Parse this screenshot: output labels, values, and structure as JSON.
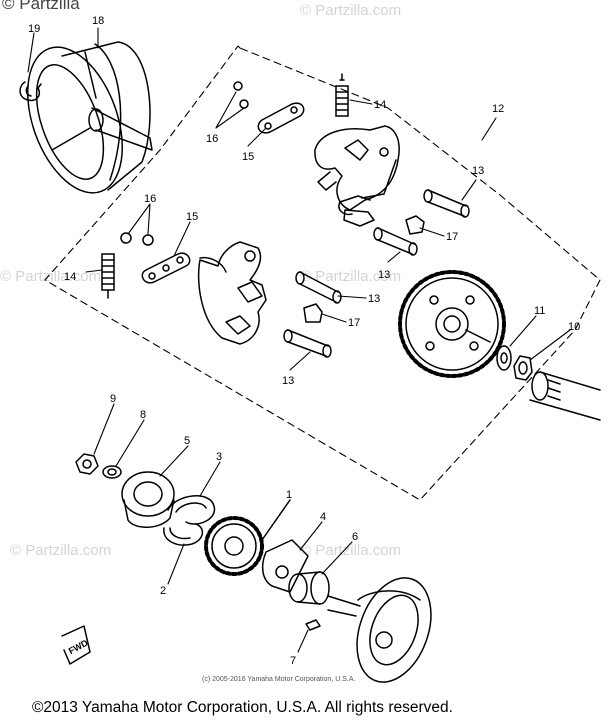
{
  "watermark": {
    "top_text": "© Partzilla",
    "repeat_text": "© Partzilla.com"
  },
  "callouts": [
    {
      "id": "c19",
      "text": "19"
    },
    {
      "id": "c18",
      "text": "18"
    },
    {
      "id": "c16a",
      "text": "16"
    },
    {
      "id": "c15a",
      "text": "15"
    },
    {
      "id": "c14a",
      "text": "14"
    },
    {
      "id": "c12",
      "text": "12"
    },
    {
      "id": "c13a",
      "text": "13"
    },
    {
      "id": "c17a",
      "text": "17"
    },
    {
      "id": "c16b",
      "text": "16"
    },
    {
      "id": "c15b",
      "text": "15"
    },
    {
      "id": "c14b",
      "text": "14"
    },
    {
      "id": "c13b",
      "text": "13"
    },
    {
      "id": "c13c",
      "text": "13"
    },
    {
      "id": "c17b",
      "text": "17"
    },
    {
      "id": "c13d",
      "text": "13"
    },
    {
      "id": "c11",
      "text": "11"
    },
    {
      "id": "c10",
      "text": "10"
    },
    {
      "id": "c9",
      "text": "9"
    },
    {
      "id": "c8",
      "text": "8"
    },
    {
      "id": "c5",
      "text": "5"
    },
    {
      "id": "c3",
      "text": "3"
    },
    {
      "id": "c1",
      "text": "1"
    },
    {
      "id": "c4",
      "text": "4"
    },
    {
      "id": "c6",
      "text": "6"
    },
    {
      "id": "c2",
      "text": "2"
    },
    {
      "id": "c7",
      "text": "7"
    }
  ],
  "fwd_label": "FWD",
  "small_copyright": "(c) 2005-2016 Yamaha Motor Corporation, U.S.A.",
  "footer_copyright": "©2013 Yamaha Motor Corporation, U.S.A. All rights reserved.",
  "colors": {
    "line": "#000000",
    "watermark": "#d4d4d4",
    "background": "#ffffff"
  }
}
